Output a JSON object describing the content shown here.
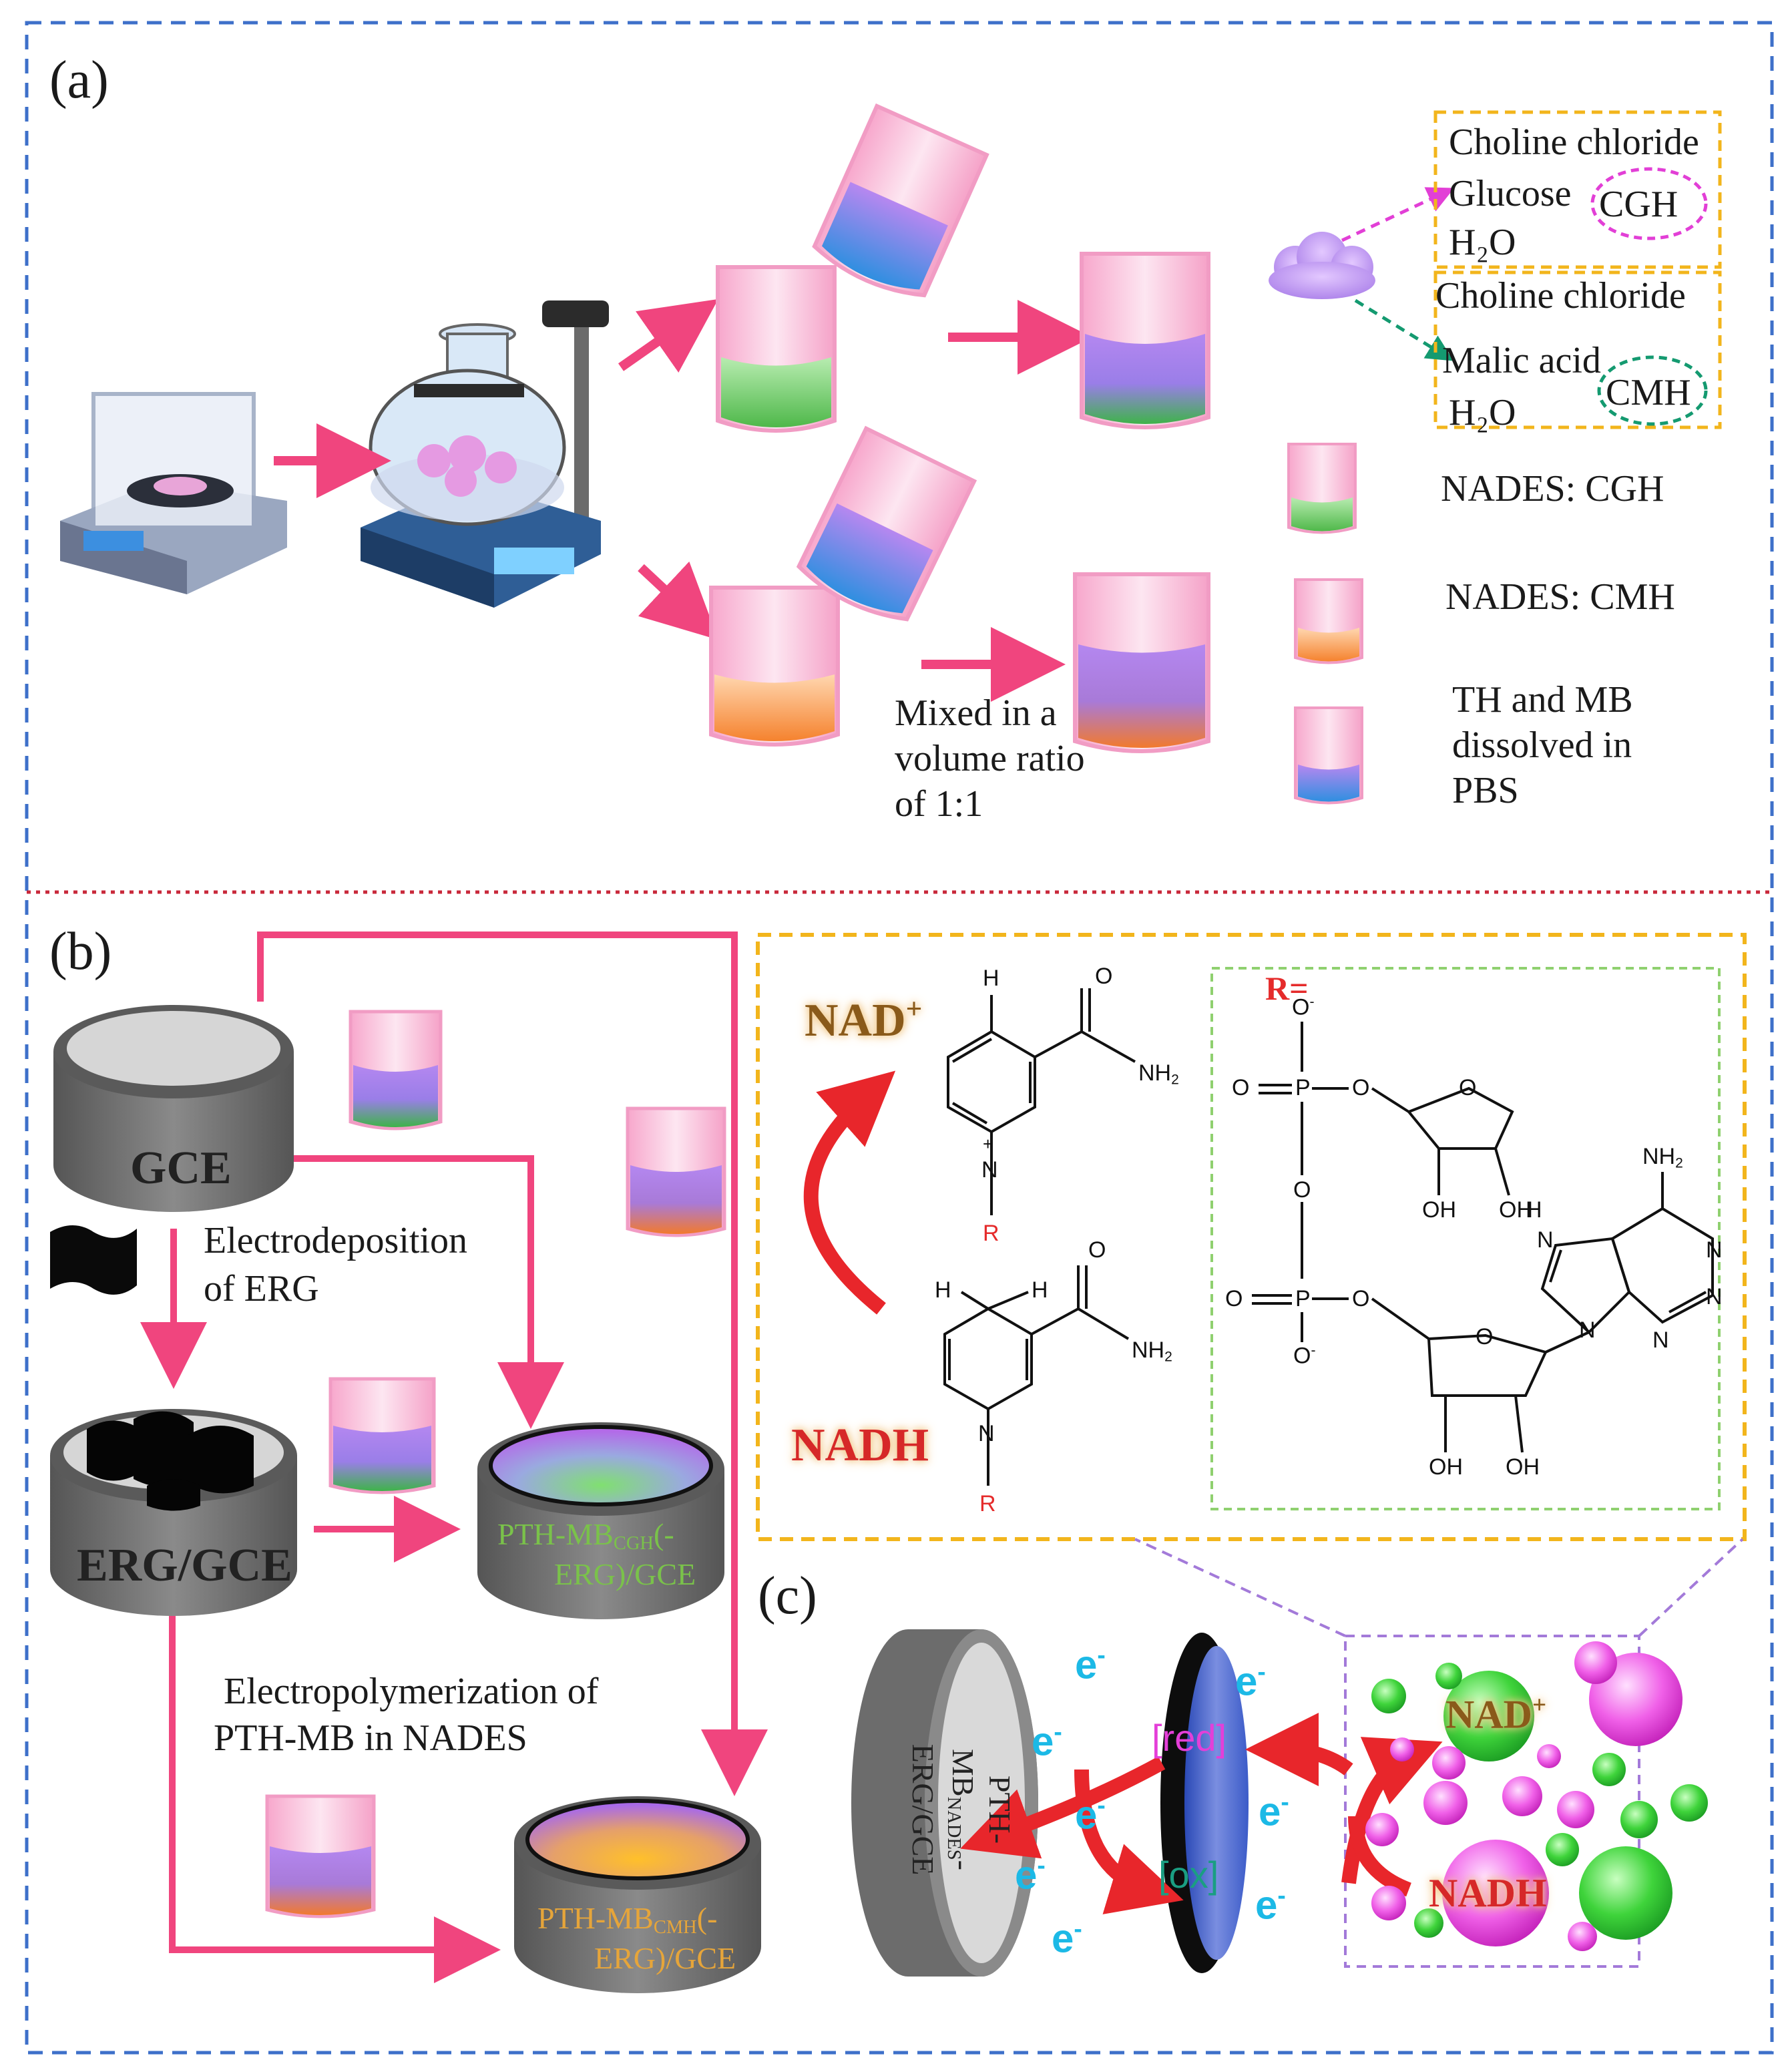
{
  "panels": {
    "a": "(a)",
    "b": "(b)",
    "c": "(c)"
  },
  "panel_a": {
    "box1_line1": "Choline chloride",
    "box1_line2": "Glucose",
    "box1_line3": "H₂O",
    "box1_tag": "CGH",
    "box2_line1": "Choline chloride",
    "box2_line2": "Malic acid",
    "box2_line3": "H₂O",
    "box2_tag": "CMH",
    "legend_cgh": "NADES: CGH",
    "legend_cmh": "NADES: CMH",
    "legend_th1": "TH and MB",
    "legend_th2": "dissolved in",
    "legend_th3": "PBS",
    "mix1": "Mixed in a",
    "mix2": "volume ratio",
    "mix3": "of 1:1"
  },
  "panel_b": {
    "gce": "GCE",
    "electrodep1": "Electrodeposition",
    "electrodep2": "of ERG",
    "erg_gce": "ERG/GCE",
    "cgh_label_pre": "PTH-MB",
    "cgh_label_sub": "CGH",
    "cgh_label_post": "(-",
    "cgh_label_line2": "ERG)/GCE",
    "cmh_label_pre": "PTH-MB",
    "cmh_label_sub": "CMH",
    "cmh_label_post": "(-",
    "cmh_label_line2": "ERG)/GCE",
    "epoly1": "Electropolymerization of",
    "epoly2": "PTH-MB in NADES"
  },
  "structure": {
    "nad_base": "NAD",
    "nad_sup": "+",
    "nadh": "NADH",
    "r_eq": "R=",
    "r": "R",
    "n": "N",
    "nplus": "+",
    "h": "H",
    "o": "O",
    "nh2_base": "NH",
    "nh2_sub": "2",
    "oh": "OH",
    "ominus": "-"
  },
  "panel_c": {
    "electrode_line1_pre": "PTH-MB",
    "electrode_line1_sub": "NADES",
    "electrode_line1_post": "-",
    "electrode_line2": "ERG/GCE",
    "electron_base": "e",
    "electron_sup": "-",
    "red": "[red]",
    "ox": "[ox]",
    "nad_base": "NAD",
    "nad_sup": "+",
    "nadh": "NADH"
  },
  "colors": {
    "frame_blue": "#3e70c9",
    "divider_red": "#c8283a",
    "box_yellow": "#f2b51c",
    "box_green": "#8fd06f",
    "box_purple": "#a37ad9",
    "arrow_pink": "#f0457e",
    "arrow_red": "#e8262b",
    "electron_cyan": "#1cb9e6"
  }
}
